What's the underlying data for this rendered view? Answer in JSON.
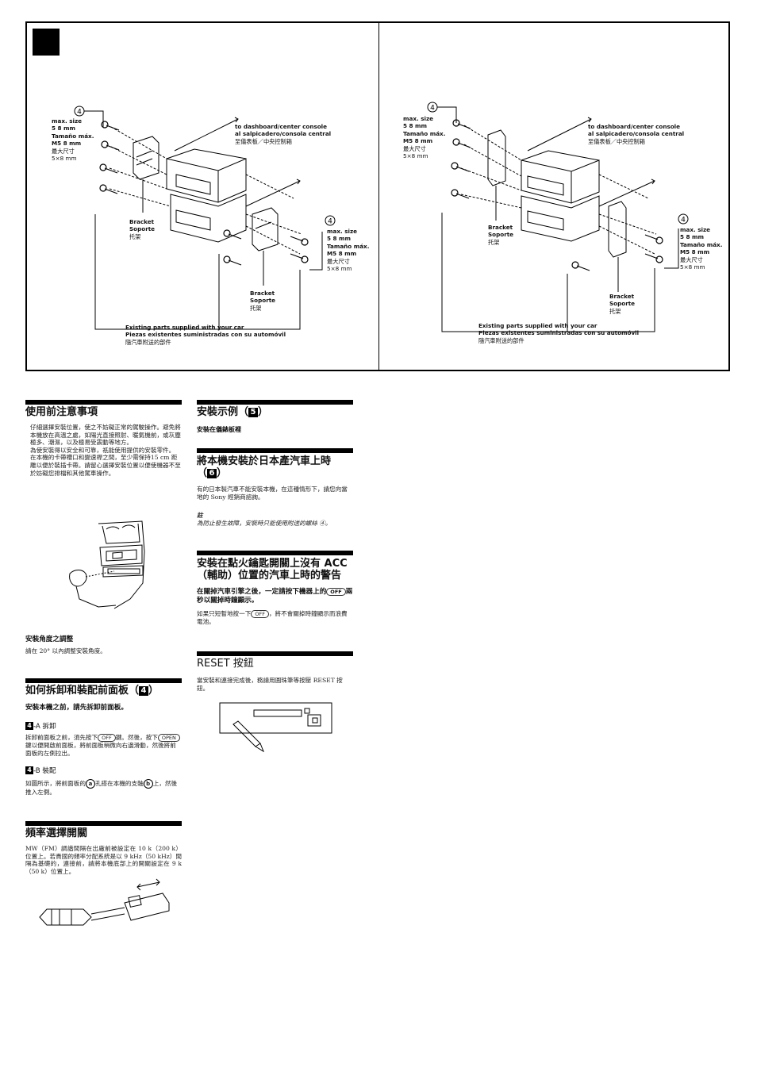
{
  "figure": {
    "marker_label": "",
    "callout_number": "4",
    "left": {
      "size_label": [
        "max. size",
        "5    8 mm",
        "Tamaño máx.",
        "M5    8 mm",
        "最大尺寸",
        "5×8 mm"
      ],
      "dashboard_label": [
        "to dashboard/center console",
        "al salpicadero/consola central",
        "至儀表板／中央控制箱"
      ],
      "bracket_a": [
        "Bracket",
        "Soporte",
        "托架"
      ],
      "bracket_b": [
        "Bracket",
        "Soporte",
        "托架"
      ],
      "size_label_b": [
        "max. size",
        "5    8 mm",
        "Tamaño máx.",
        "M5    8 mm",
        "最大尺寸",
        "5×8 mm"
      ],
      "existing_parts": [
        "Existing parts supplied with your car",
        "Piezas existentes suministradas con su automóvil",
        "隨汽車附送的部件"
      ]
    },
    "right": {
      "size_label": [
        "max. size",
        "5    8 mm",
        "Tamaño máx.",
        "M5    8 mm",
        "最大尺寸",
        "5×8 mm"
      ],
      "dashboard_label": [
        "to dashboard/center console",
        "al salpicadero/consola central",
        "至儀表板／中央控制箱"
      ],
      "bracket_a": [
        "Bracket",
        "Soporte",
        "托架"
      ],
      "bracket_b": [
        "Bracket",
        "Soporte",
        "托架"
      ],
      "size_label_b": [
        "max. size",
        "5    8 mm",
        "Tamaño máx.",
        "M5    8 mm",
        "最大尺寸",
        "5×8 mm"
      ],
      "existing_parts": [
        "Existing parts supplied with your car",
        "Piezas existentes suministradas con su automóvil",
        "隨汽車附送的部件"
      ]
    }
  },
  "precautions": {
    "title": "使用前注意事項",
    "body": "仔細選擇安裝位置，使之不妨礙正常的駕駛操作。避免將本機放在高溫之處，如陽光直接照射、暖氣機前，或灰塵極多、潮濕，以及極易受震動等地方。\n為使安裝得以安全和可靠，祇能使用提供的安裝零件。\n在本機的卡帶槽口和變速桿之間，至少需保持15 cm 距離以便於裝插卡帶。請留心選擇安裝位置以便使機器不至於妨礙您排檔和其他駕車操作。",
    "angle_title": "安裝角度之調整",
    "angle_body": "請在 20° 以內調整安裝角度。"
  },
  "front_panel": {
    "title": "如何拆卸和裝配前面板（",
    "num": "4",
    "title_end": "）",
    "intro": "安裝本機之前，請先拆卸前面板。",
    "a_num": "4",
    "a_label": "-A   拆卸",
    "a_body_1": "拆卸前面板之前，須先按下",
    "a_key_1": "OFF",
    "a_body_2": "鍵。然後，按下",
    "a_key_2": "OPEN",
    "a_body_3": "鍵以便開啟前面板，將前面板稍微向右邊滑動，然後將前面板的左側拉出。",
    "b_num": "4",
    "b_label": "-B   裝配",
    "b_body_1": "如圖所示，將前面板的",
    "b_circ_1": "a",
    "b_body_2": "孔搭在本機的支軸",
    "b_circ_2": "b",
    "b_body_3": "上，然後推入左側。"
  },
  "freq": {
    "title": "頻率選擇開關",
    "body": "MW（FM）調諧間隔在出廠前被設定在 10 k（200 k）位置上。若貴國的頻率分配系統是以 9 kHz（50 kHz）間隔為基礎的，連接前，請將本機底部上的開關設定在 9 k（50 k）位置上。"
  },
  "install_example": {
    "title": "安裝示例（",
    "num": "5",
    "title_end": "）",
    "sub": "安裝在儀錶板裡"
  },
  "japanese_car": {
    "title_1": "將本機安裝於日本產汽車上時",
    "title_2": "（",
    "num": "6",
    "title_end": "）",
    "body": "有的日本製汽車不能安裝本機，在這種情形下，請您向當地的 Sony 經銷商諮詢。",
    "note_title": "註",
    "note_body": "為防止發生故障，安裝時只能使用附送的螺絲 ④。"
  },
  "acc": {
    "title_1": "安裝在點火鑰匙開關上沒有 ACC",
    "title_2": "（輔助）位置的汽車上時的警告",
    "sub_1": "在關掉汽車引擎之後，一定請按下機器上的",
    "sub_key": "OFF",
    "sub_2": "兩秒以關掉時鐘顯示。",
    "body_1": "如果只短暫地按一下",
    "body_key": "OFF",
    "body_2": "，將不會關掉時鐘顯示而浪費電池。"
  },
  "reset": {
    "title": "RESET 按鈕",
    "body": "當安裝和連接完成後，務請用圓珠筆等按壓 RESET 按鈕。"
  }
}
